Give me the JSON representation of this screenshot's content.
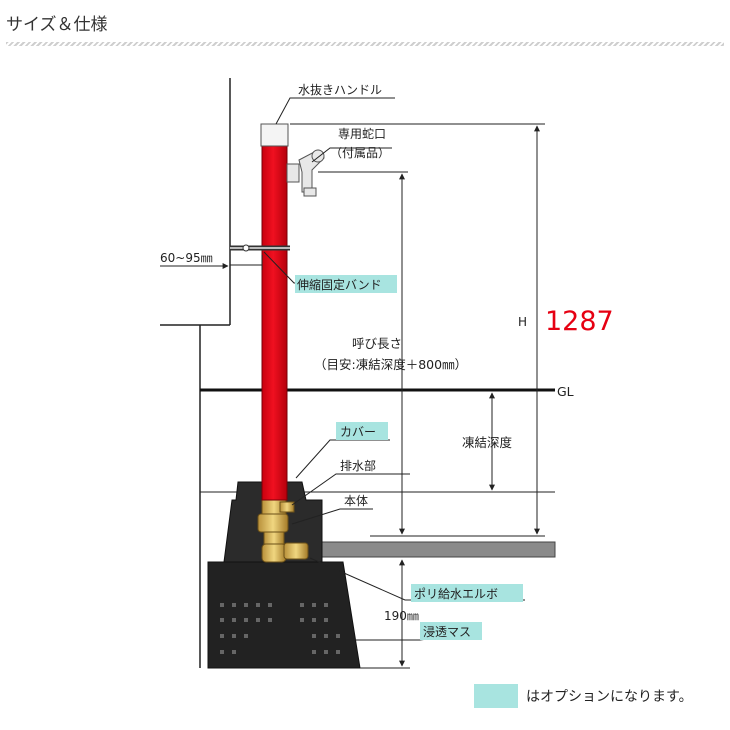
{
  "page": {
    "title": "サイズ＆仕様"
  },
  "diagram": {
    "labels": {
      "drain_handle": "水抜きハンドル",
      "faucet_line1": "専用蛇口",
      "faucet_line2": "（付属品）",
      "distance": "60~95㎜",
      "band": "伸縮固定バンド",
      "h_marker": "H",
      "height": "1287",
      "length_line1": "呼び長さ",
      "length_line2": "（目安:凍結深度＋800㎜）",
      "ground_level": "GL",
      "frost_depth": "凍結深度",
      "cover": "カバー",
      "drain_part": "排水部",
      "body": "本体",
      "elbow": "ポリ給水エルボ",
      "depth_190": "190㎜",
      "basin": "浸透マス"
    },
    "colors": {
      "pipe": "#e60012",
      "option_highlight": "#a8e4e0",
      "height_value": "#e60012"
    }
  },
  "legend": {
    "text": "はオプションになります。"
  }
}
